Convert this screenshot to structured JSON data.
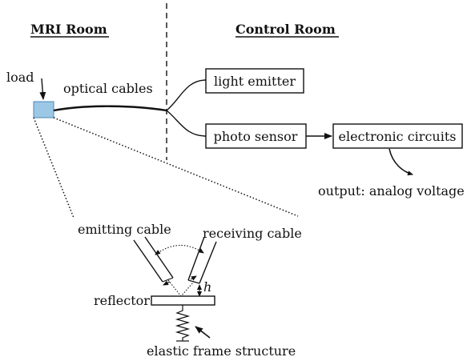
{
  "headings": {
    "mri_room": "MRI Room",
    "control_room": "Control Room"
  },
  "labels": {
    "load": "load",
    "optical_cables": "optical cables",
    "output": "output: analog voltage",
    "emitting_cable": "emitting cable",
    "receiving_cable": "receiving cable",
    "reflector": "reflector",
    "h": "h",
    "elastic_frame": "elastic frame structure"
  },
  "boxes": {
    "light_emitter": "light emitter",
    "photo_sensor": "photo sensor",
    "electronic_circuits": "electronic circuits"
  },
  "colors": {
    "load_fill": "#9cc8e6",
    "load_stroke": "#4a88b5",
    "ink": "#111111"
  }
}
